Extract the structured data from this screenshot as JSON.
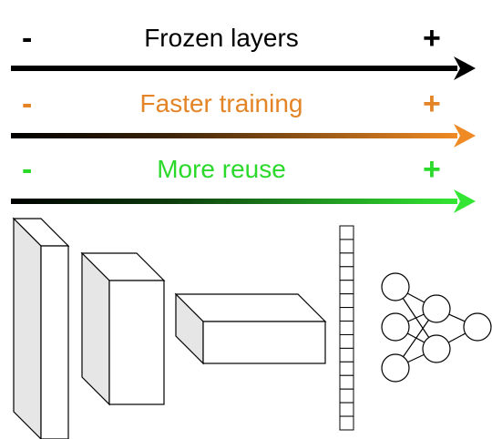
{
  "rows": [
    {
      "label": "Frozen layers",
      "minus": "-",
      "plus": "+",
      "color": "#000000"
    },
    {
      "label": "Faster training",
      "minus": "-",
      "plus": "+",
      "color": "#E38426"
    },
    {
      "label": "More reuse",
      "minus": "-",
      "plus": "+",
      "color": "#2BD92B"
    }
  ],
  "network": {
    "blocks": [
      "block-1",
      "block-2",
      "block-3"
    ],
    "flatten_cells": 15,
    "dense_layers": [
      3,
      2,
      1
    ]
  }
}
